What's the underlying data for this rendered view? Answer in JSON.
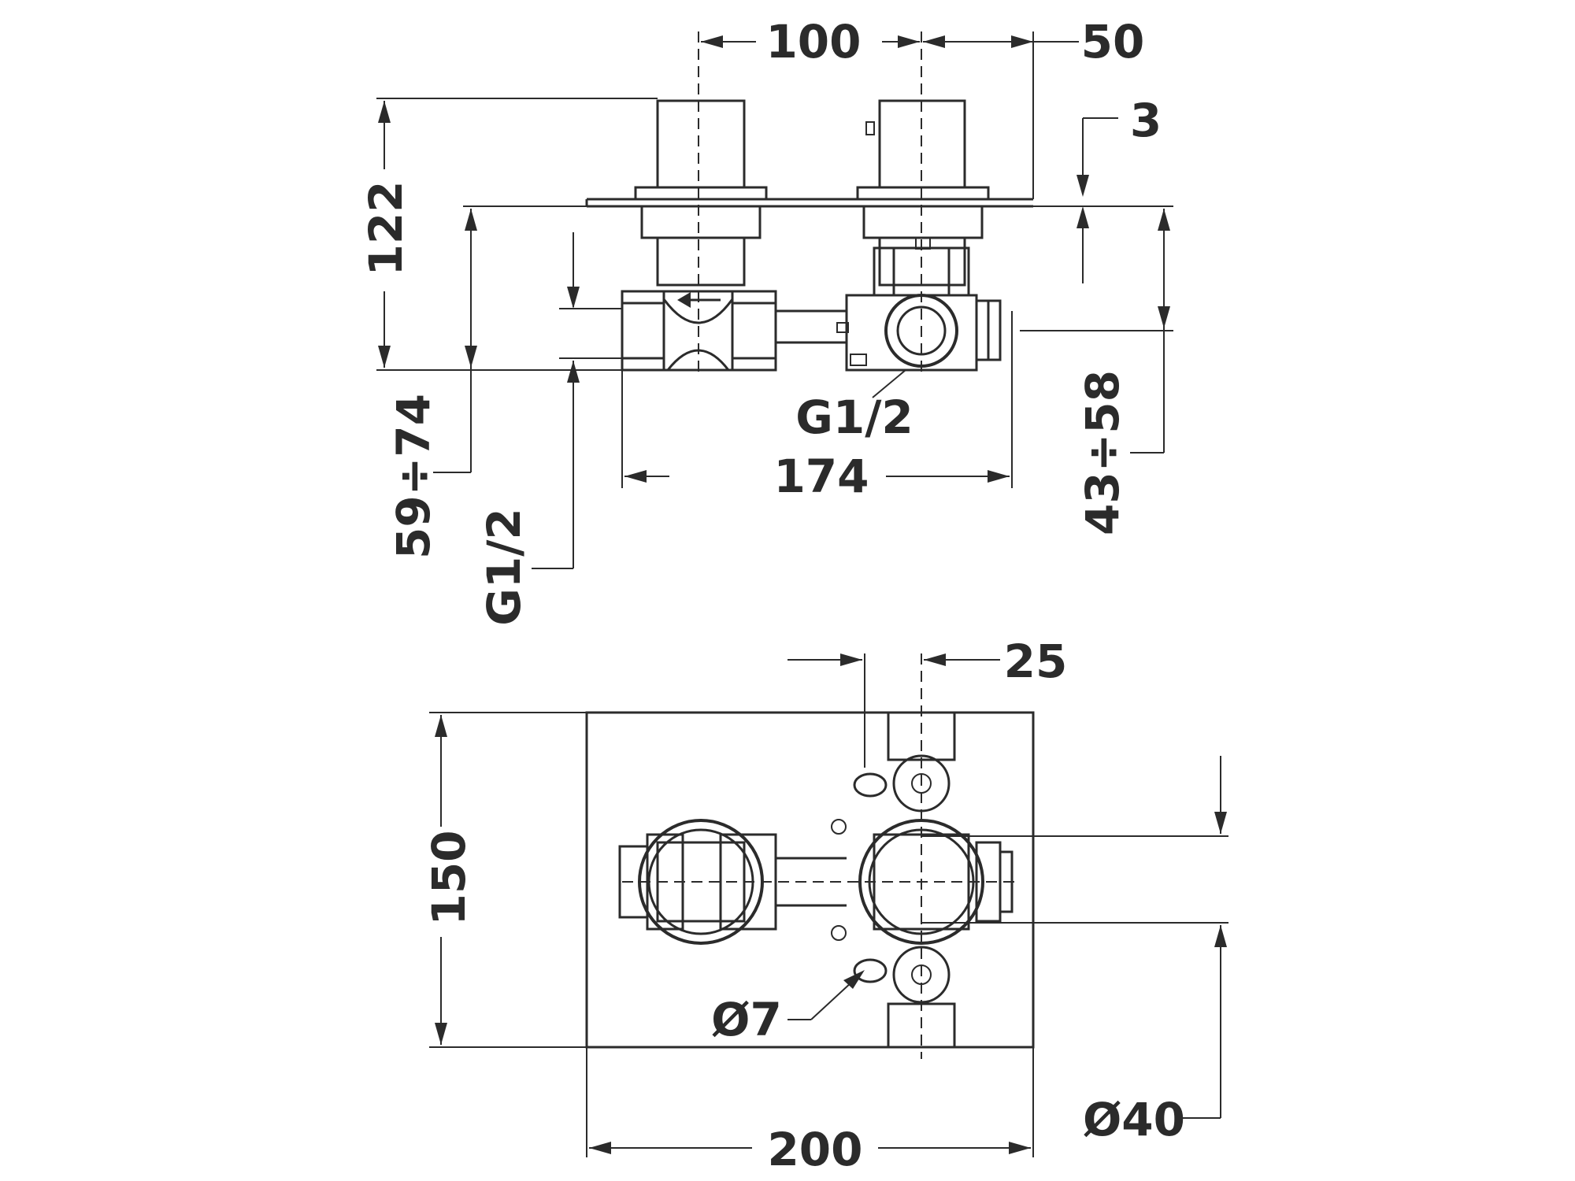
{
  "dimensions": {
    "width_100": "100",
    "width_50": "50",
    "plate_3": "3",
    "height_122": "122",
    "range_59_74": "59÷74",
    "thread_g12_left": "G1/2",
    "thread_g12_center": "G1/2",
    "width_174": "174",
    "range_43_58": "43÷58",
    "offset_25": "25",
    "height_150": "150",
    "hole_d7": "Ø7",
    "diameter_d40": "Ø40",
    "width_200": "200"
  },
  "colors": {
    "line": "#2b2b2b",
    "background": "#ffffff",
    "shade": "#e9e9e9"
  }
}
